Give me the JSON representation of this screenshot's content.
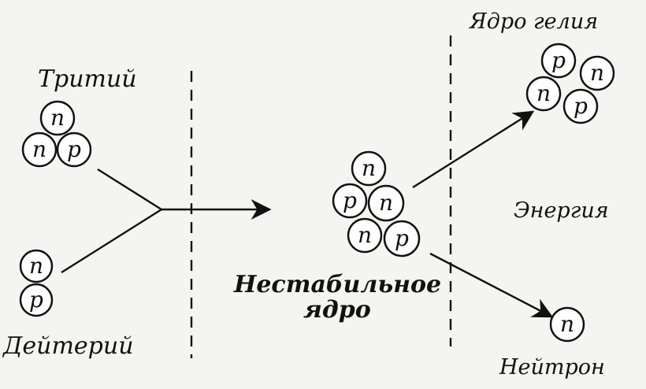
{
  "labels": {
    "tritium": "Тритий",
    "deuterium": "Дейтерий",
    "unstable_line1": "Нестабильное",
    "unstable_line2": "ядро",
    "helium": "Ядро гелия",
    "energy": "Энергия",
    "neutron": "Нейтрон"
  },
  "particles": {
    "neutron_symbol": "n",
    "proton_symbol": "p"
  },
  "nuclei": {
    "tritium": [
      "n",
      "n",
      "p"
    ],
    "deuterium": [
      "n",
      "p"
    ],
    "unstable": [
      "n",
      "p",
      "n",
      "n",
      "p"
    ],
    "helium": [
      "p",
      "n",
      "n",
      "p"
    ],
    "free_neutron": [
      "n"
    ]
  },
  "colors": {
    "ink": "#111111",
    "background": "#f4f4f2"
  }
}
